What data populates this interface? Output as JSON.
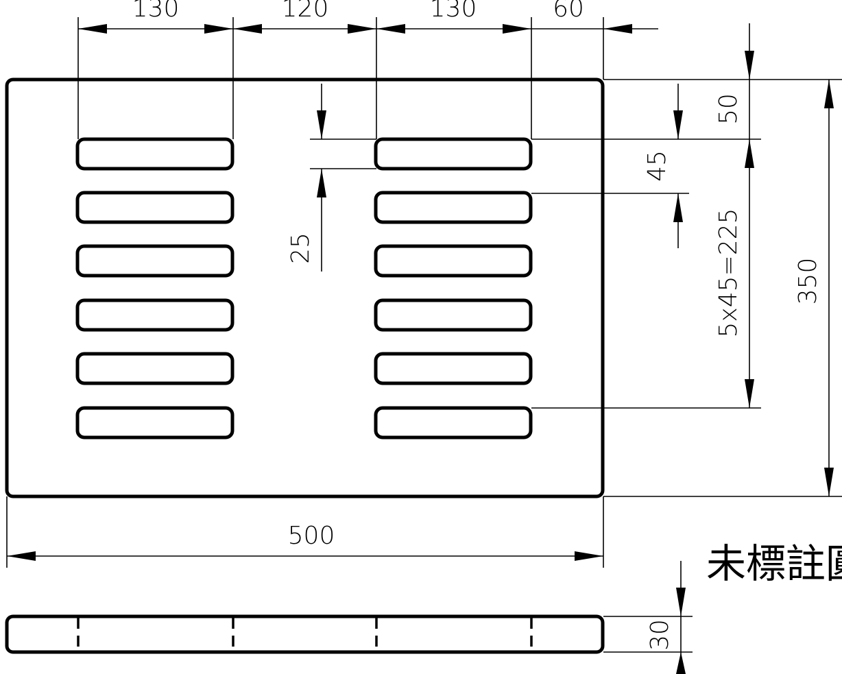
{
  "drawing": {
    "top_dims": [
      "130",
      "120",
      "130",
      "60"
    ],
    "slot_pitch": "45",
    "slot_height": "25",
    "top_margin": "50",
    "slot_span": "5x45=225",
    "overall_height": "350",
    "overall_width": "500",
    "thickness": "30",
    "note": "未標註圓"
  }
}
